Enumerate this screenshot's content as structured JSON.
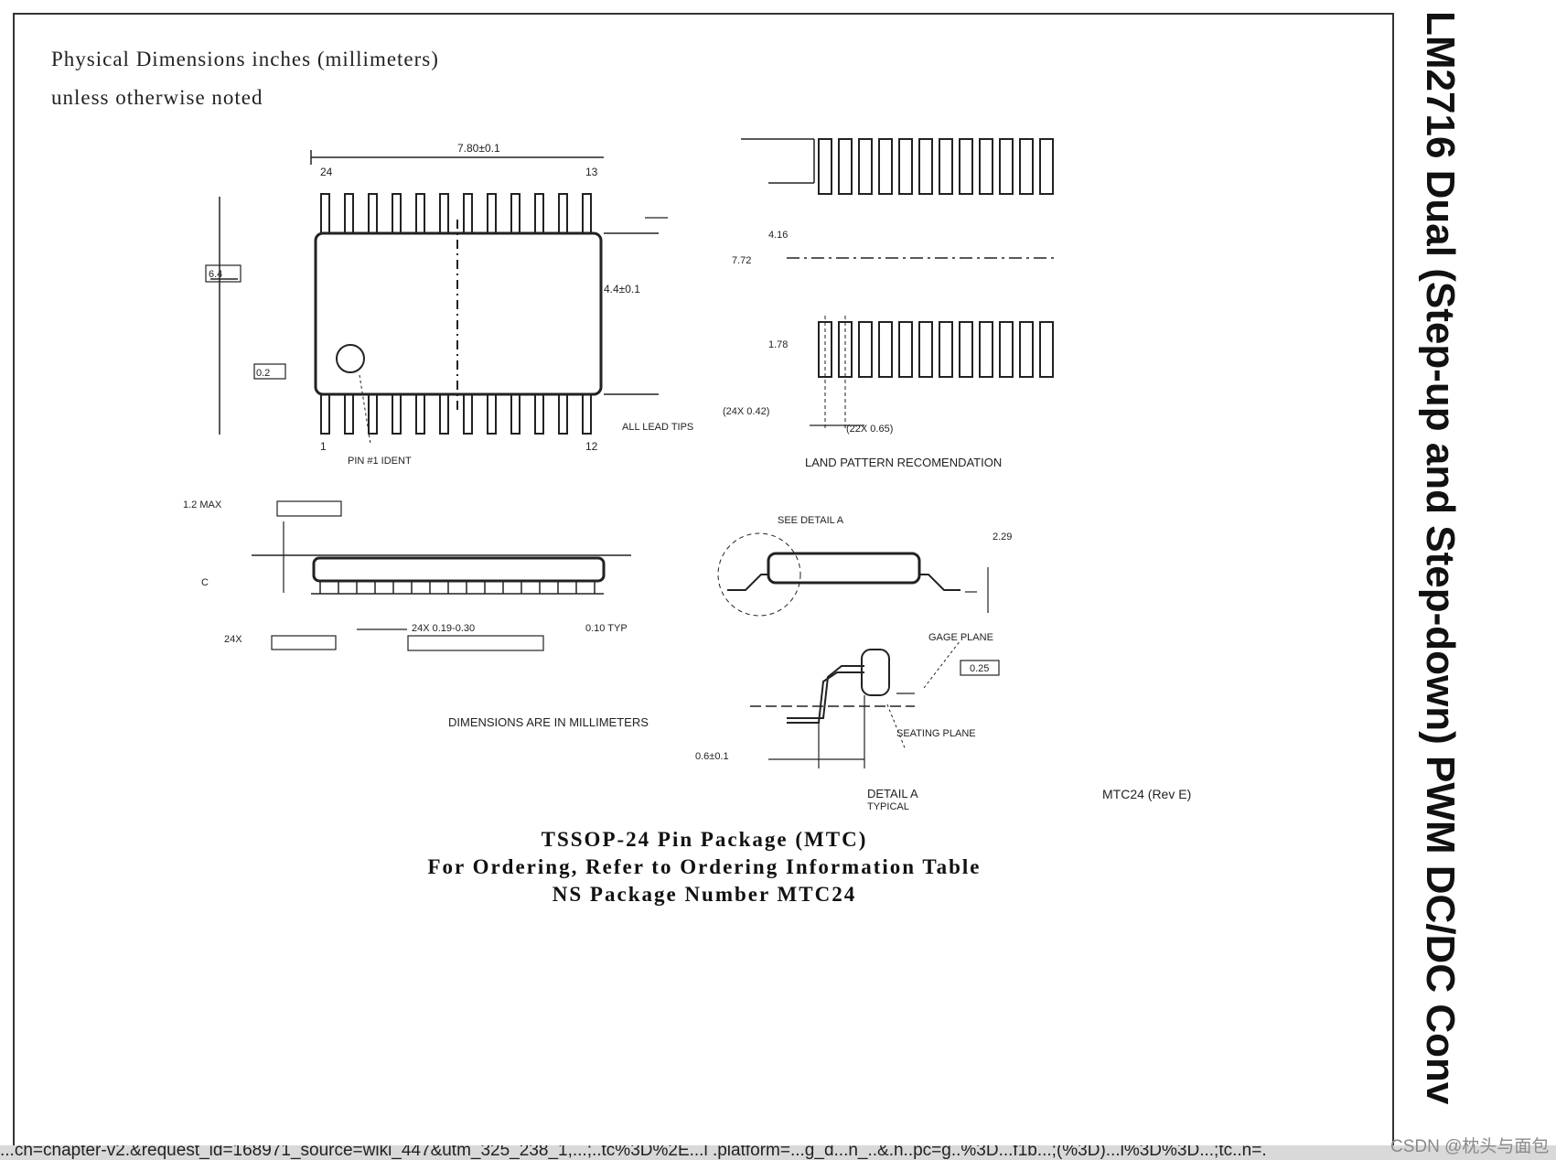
{
  "heading": {
    "line1": "Physical Dimensions inches (millimeters)",
    "line2": "unless otherwise noted"
  },
  "side_title": "LM2716 Dual (Step-up and Step-down) PWM DC/DC Conv",
  "drawing": {
    "land_pattern_label": "LAND PATTERN RECOMENDATION",
    "dimensions_note": "DIMENSIONS ARE IN MILLIMETERS",
    "detail_label": "DETAIL A",
    "detail_sub": "TYPICAL",
    "revision": "MTC24 (Rev E)",
    "pin_top_left": "24",
    "pin_top_right": "13",
    "pin_bottom_left": "1",
    "pin_bottom_right": "12",
    "see_detail": "SEE DETAIL A",
    "gage_plane": "GAGE PLANE",
    "seating_plane": "SEATING PLANE"
  },
  "caption": {
    "line1": "TSSOP-24 Pin Package (MTC)",
    "line2": "For Ordering, Refer to Ordering Information Table",
    "line3": "NS Package Number MTC24"
  },
  "url_bar_text": "...ch=chapter-v2.&request_id=168971_source=wiki_447&utm_325_238_1,...;..tc%3D%2E...l .platform=...g_d...n_..&.h..pc=g..%3D...f1b...;(%3D)...l%3D%3D...;tc..n=.",
  "watermark": "CSDN @枕头与面包"
}
